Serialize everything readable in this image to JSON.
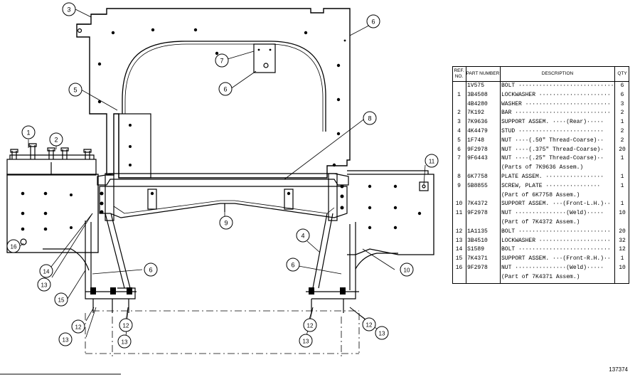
{
  "drawing_number": "137374",
  "callouts": [
    "1",
    "2",
    "3",
    "4",
    "5",
    "6",
    "7",
    "8",
    "9",
    "10",
    "11",
    "12",
    "13",
    "14",
    "15",
    "16"
  ],
  "parts_table": {
    "headers": {
      "ref": "REF. NO.",
      "part": "PART NUMBER",
      "desc": "DESCRIPTION",
      "qty": "QTY"
    },
    "rows": [
      {
        "ref": "",
        "part": "1V575",
        "desc": "BOLT ·····························",
        "qty": "6"
      },
      {
        "ref": "1",
        "part": "3B4508",
        "desc": "LOCKWASHER ·····················",
        "qty": "6"
      },
      {
        "ref": "",
        "part": "4B4280",
        "desc": "WASHER ·························",
        "qty": "3"
      },
      {
        "ref": "2",
        "part": "7K192",
        "desc": "BAR ····························",
        "qty": "2"
      },
      {
        "ref": "3",
        "part": "7K9636",
        "desc": "SUPPORT ASSEM. ····(Rear)·····",
        "qty": "1"
      },
      {
        "ref": "4",
        "part": "4K4479",
        "desc": "  STUD ·························",
        "qty": "2"
      },
      {
        "ref": "5",
        "part": "1F748",
        "desc": "  NUT ····(.50\" Thread-Coarse)··",
        "qty": "2"
      },
      {
        "ref": "6",
        "part": "9F2978",
        "desc": "  NUT ····(.375\" Thread-Coarse)·",
        "qty": "20"
      },
      {
        "ref": "7",
        "part": "9F6443",
        "desc": "  NUT ····(.25\" Thread-Coarse)··",
        "qty": "1"
      },
      {
        "ref": "",
        "part": "",
        "desc": "      (Parts of 7K9636 Assem.)",
        "qty": ""
      },
      {
        "ref": "8",
        "part": "6K7758",
        "desc": "PLATE ASSEM. ·················",
        "qty": "1"
      },
      {
        "ref": "9",
        "part": "5B8855",
        "desc": "  SCREW, PLATE ················",
        "qty": "1"
      },
      {
        "ref": "",
        "part": "",
        "desc": "      (Part of 6K7758 Assem.)",
        "qty": ""
      },
      {
        "ref": "10",
        "part": "7K4372",
        "desc": "SUPPORT ASSEM. ···(Front-L.H.)··",
        "qty": "1"
      },
      {
        "ref": "11",
        "part": "9F2978",
        "desc": "  NUT ···············(Weld)·····",
        "qty": "10"
      },
      {
        "ref": "",
        "part": "",
        "desc": "      (Part of 7K4372 Assem.)",
        "qty": ""
      },
      {
        "ref": "12",
        "part": "1A1135",
        "desc": "BOLT ···························",
        "qty": "20"
      },
      {
        "ref": "13",
        "part": "3B4510",
        "desc": "LOCKWASHER ·····················",
        "qty": "32"
      },
      {
        "ref": "14",
        "part": "S1589",
        "desc": "BOLT ···························",
        "qty": "12"
      },
      {
        "ref": "15",
        "part": "7K4371",
        "desc": "SUPPORT ASSEM. ···(Front-R.H.)··",
        "qty": "1"
      },
      {
        "ref": "16",
        "part": "9F2978",
        "desc": "  NUT ···············(Weld)·····",
        "qty": "10"
      },
      {
        "ref": "",
        "part": "",
        "desc": "      (Part of 7K4371 Assem.)",
        "qty": ""
      }
    ]
  }
}
